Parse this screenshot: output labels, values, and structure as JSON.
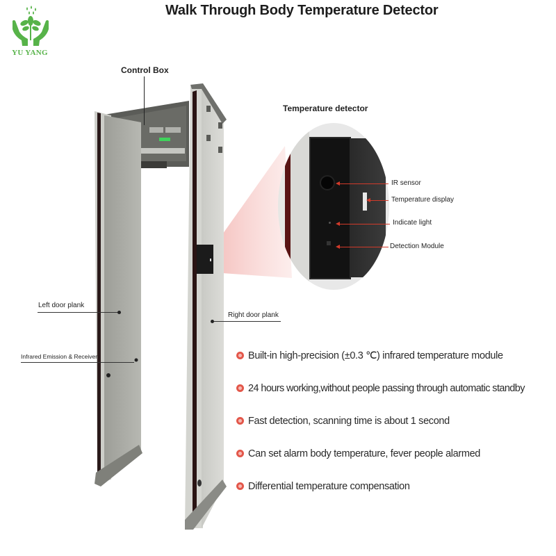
{
  "brand": {
    "name": "YU YANG",
    "logo_icon": "hands-holding-plant-icon",
    "color": "#57b349"
  },
  "title": "Walk Through Body Temperature Detector",
  "gate_labels": {
    "control_box": "Control Box",
    "left_door_plank": "Left door plank",
    "right_door_plank": "Right door plank",
    "infrared_emission_receiver": "Infrared Emission & Receiver"
  },
  "detector_inset": {
    "heading": "Temperature detector",
    "parts": [
      {
        "label": "IR sensor"
      },
      {
        "label": "Temperature display"
      },
      {
        "label": "Indicate light"
      },
      {
        "label": "Detection Module"
      }
    ]
  },
  "features": [
    {
      "icon": "bullet-circle-icon",
      "text": "Built-in high-precision (±0.3 ℃) infrared temperature module"
    },
    {
      "icon": "bullet-circle-icon",
      "text": "24 hours working,without people passing through automatic standby"
    },
    {
      "icon": "bullet-circle-icon",
      "text": "Fast detection, scanning time is about 1 second"
    },
    {
      "icon": "bullet-circle-icon",
      "text": "Can set alarm body temperature, fever people alarmed"
    },
    {
      "icon": "bullet-circle-icon",
      "text": "Differential temperature compensation"
    }
  ],
  "colors": {
    "bullet": "#e3574a",
    "leader_red": "#d23a2a",
    "gate_panel": "#a9aaa3",
    "gate_frame": "#cfd0cc",
    "detector_box": "#1b1b1b",
    "beam": "#f4c2c0"
  }
}
